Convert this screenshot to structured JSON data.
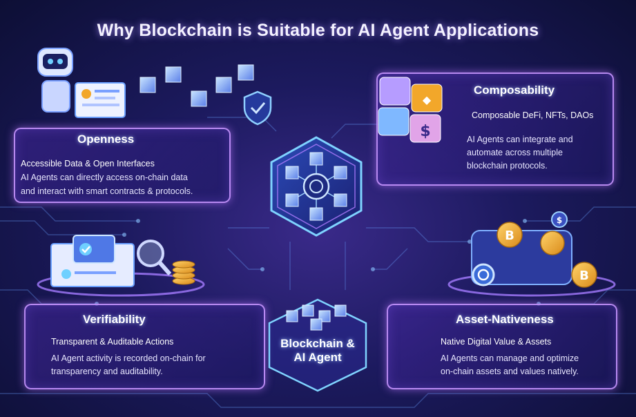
{
  "title": "Why Blockchain is Suitable for AI Agent Applications",
  "sections": {
    "openness": {
      "heading": "Openness",
      "subheading": "Accessible Data & Open Interfaces",
      "lines": [
        "AI Agents can directly access on-chain data",
        "and interact with smart contracts & protocols."
      ]
    },
    "composability": {
      "heading": "Composability",
      "subheading": "Composable DeFi, NFTs, DAOs",
      "lines": [
        "AI Agents can integrate and",
        "automate across multiple",
        "blockchain protocols."
      ]
    },
    "verifiability": {
      "heading": "Verifiability",
      "subheading": "Transparent & Auditable Actions",
      "lines": [
        "AI Agent activity is recorded on-chain for",
        "transparency and auditability."
      ]
    },
    "asset_nativeness": {
      "heading": "Asset-Nativeness",
      "subheading": "Native Digital Value & Assets",
      "lines": [
        "AI Agents can manage and optimize",
        "on-chain assets and values natively."
      ]
    }
  },
  "center_label": [
    "Blockchain &",
    "AI Agent"
  ],
  "icons": {
    "bitcoin_symbol": "B",
    "dollar_symbol": "$",
    "ethereum_symbol": "◆"
  },
  "colors": {
    "panel_border": "#c896ff",
    "accent_cyan": "#6fd0ff",
    "coin_gold": "#f2a72a"
  }
}
